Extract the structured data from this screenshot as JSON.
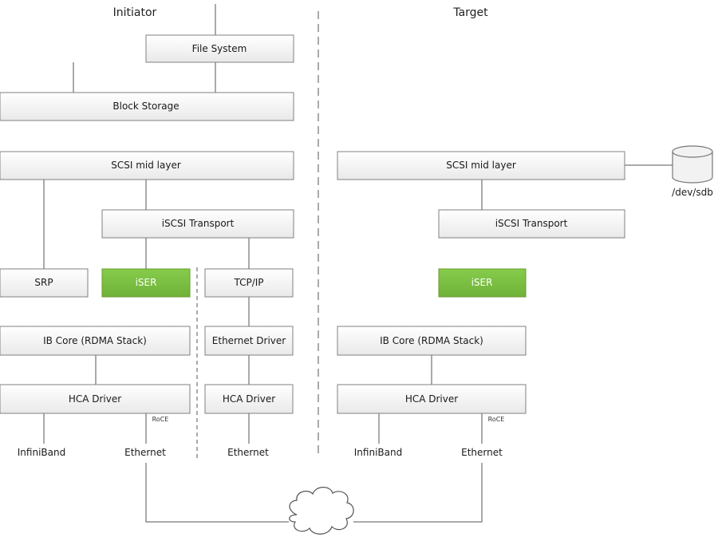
{
  "headings": {
    "initiator": "Initiator",
    "target": "Target"
  },
  "initiator": {
    "file_system": "File System",
    "block_storage": "Block Storage",
    "scsi_mid_layer": "SCSI mid layer",
    "iscsi_transport": "iSCSI Transport",
    "srp": "SRP",
    "iser": "iSER",
    "tcp_ip": "TCP/IP",
    "ib_core": "IB Core (RDMA Stack)",
    "ethernet_driver": "Ethernet Driver",
    "hca_driver_left": "HCA Driver",
    "hca_driver_right": "HCA Driver",
    "roce": "RoCE",
    "infiniband": "InfiniBand",
    "ethernet_left": "Ethernet",
    "ethernet_right": "Ethernet"
  },
  "target": {
    "scsi_mid_layer": "SCSI mid layer",
    "iscsi_transport": "iSCSI Transport",
    "iser": "iSER",
    "ib_core": "IB Core (RDMA Stack)",
    "hca_driver": "HCA Driver",
    "roce": "RoCE",
    "infiniband": "InfiniBand",
    "ethernet": "Ethernet",
    "disk_label": "/dev/sdb"
  },
  "icons": {
    "disk": "disk-cylinder-icon",
    "network": "cloud-icon"
  },
  "colors": {
    "accent_green": "#7cc242",
    "box_border": "#808080",
    "line": "#555555"
  }
}
